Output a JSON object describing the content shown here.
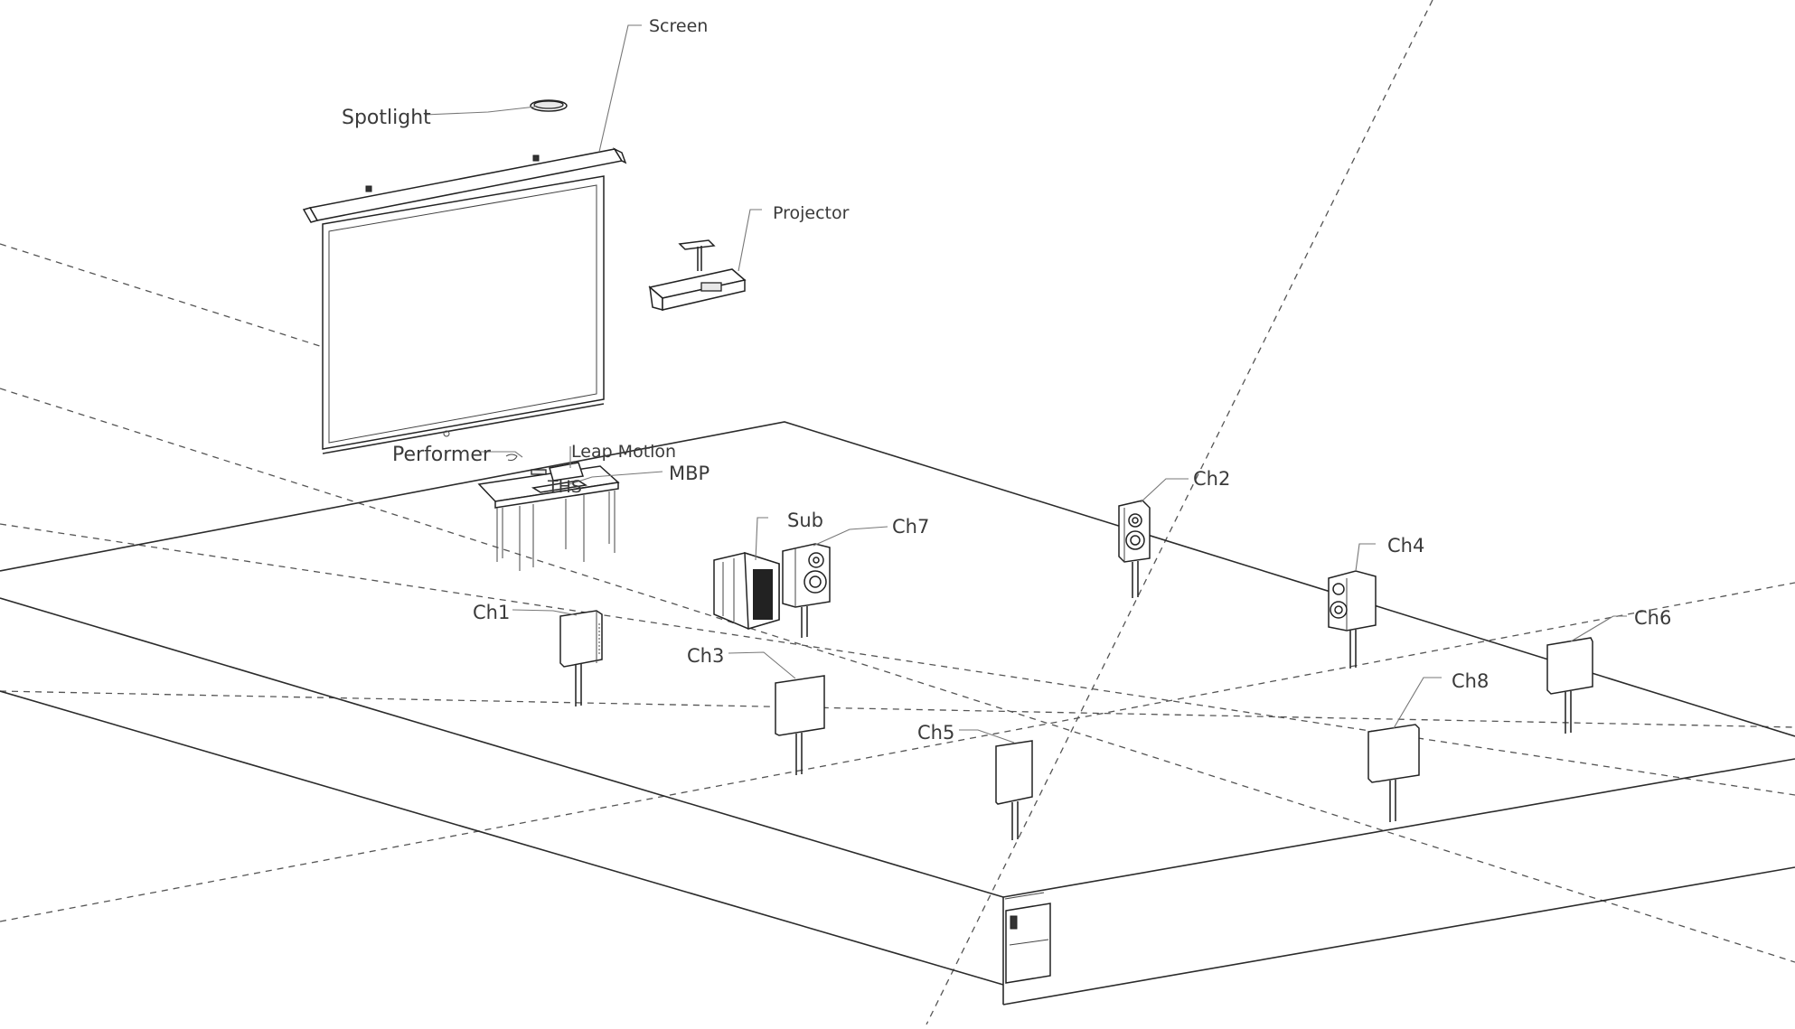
{
  "labels": {
    "screen": "Screen",
    "spotlight": "Spotlight",
    "projector": "Projector",
    "performer": "Performer",
    "leap_motion": "Leap Motion",
    "ths": "THS",
    "mbp": "MBP",
    "sub": "Sub",
    "ch1": "Ch1",
    "ch2": "Ch2",
    "ch3": "Ch3",
    "ch4": "Ch4",
    "ch5": "Ch5",
    "ch6": "Ch6",
    "ch7": "Ch7",
    "ch8": "Ch8"
  }
}
